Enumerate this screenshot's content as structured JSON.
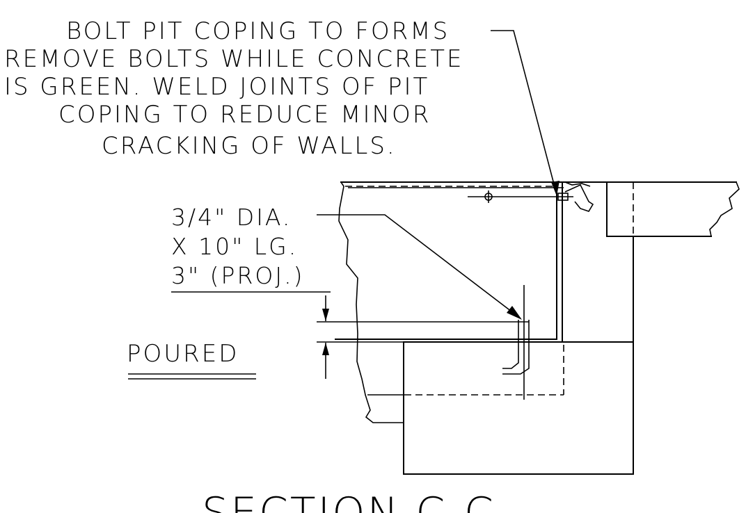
{
  "note": {
    "lines": [
      "BOLT PIT COPING TO FORMS",
      "REMOVE BOLTS WHILE CONCRETE",
      "IS GREEN.  WELD JOINTS OF PIT",
      "COPING TO REDUCE MINOR",
      "CRACKING OF WALLS."
    ]
  },
  "bolt_callout": {
    "lines": [
      "3/4\" DIA.",
      "X 10\" LG.",
      "3\" (PROJ.)"
    ]
  },
  "poured_label": "POURED",
  "section_title": "SECTION C-C"
}
